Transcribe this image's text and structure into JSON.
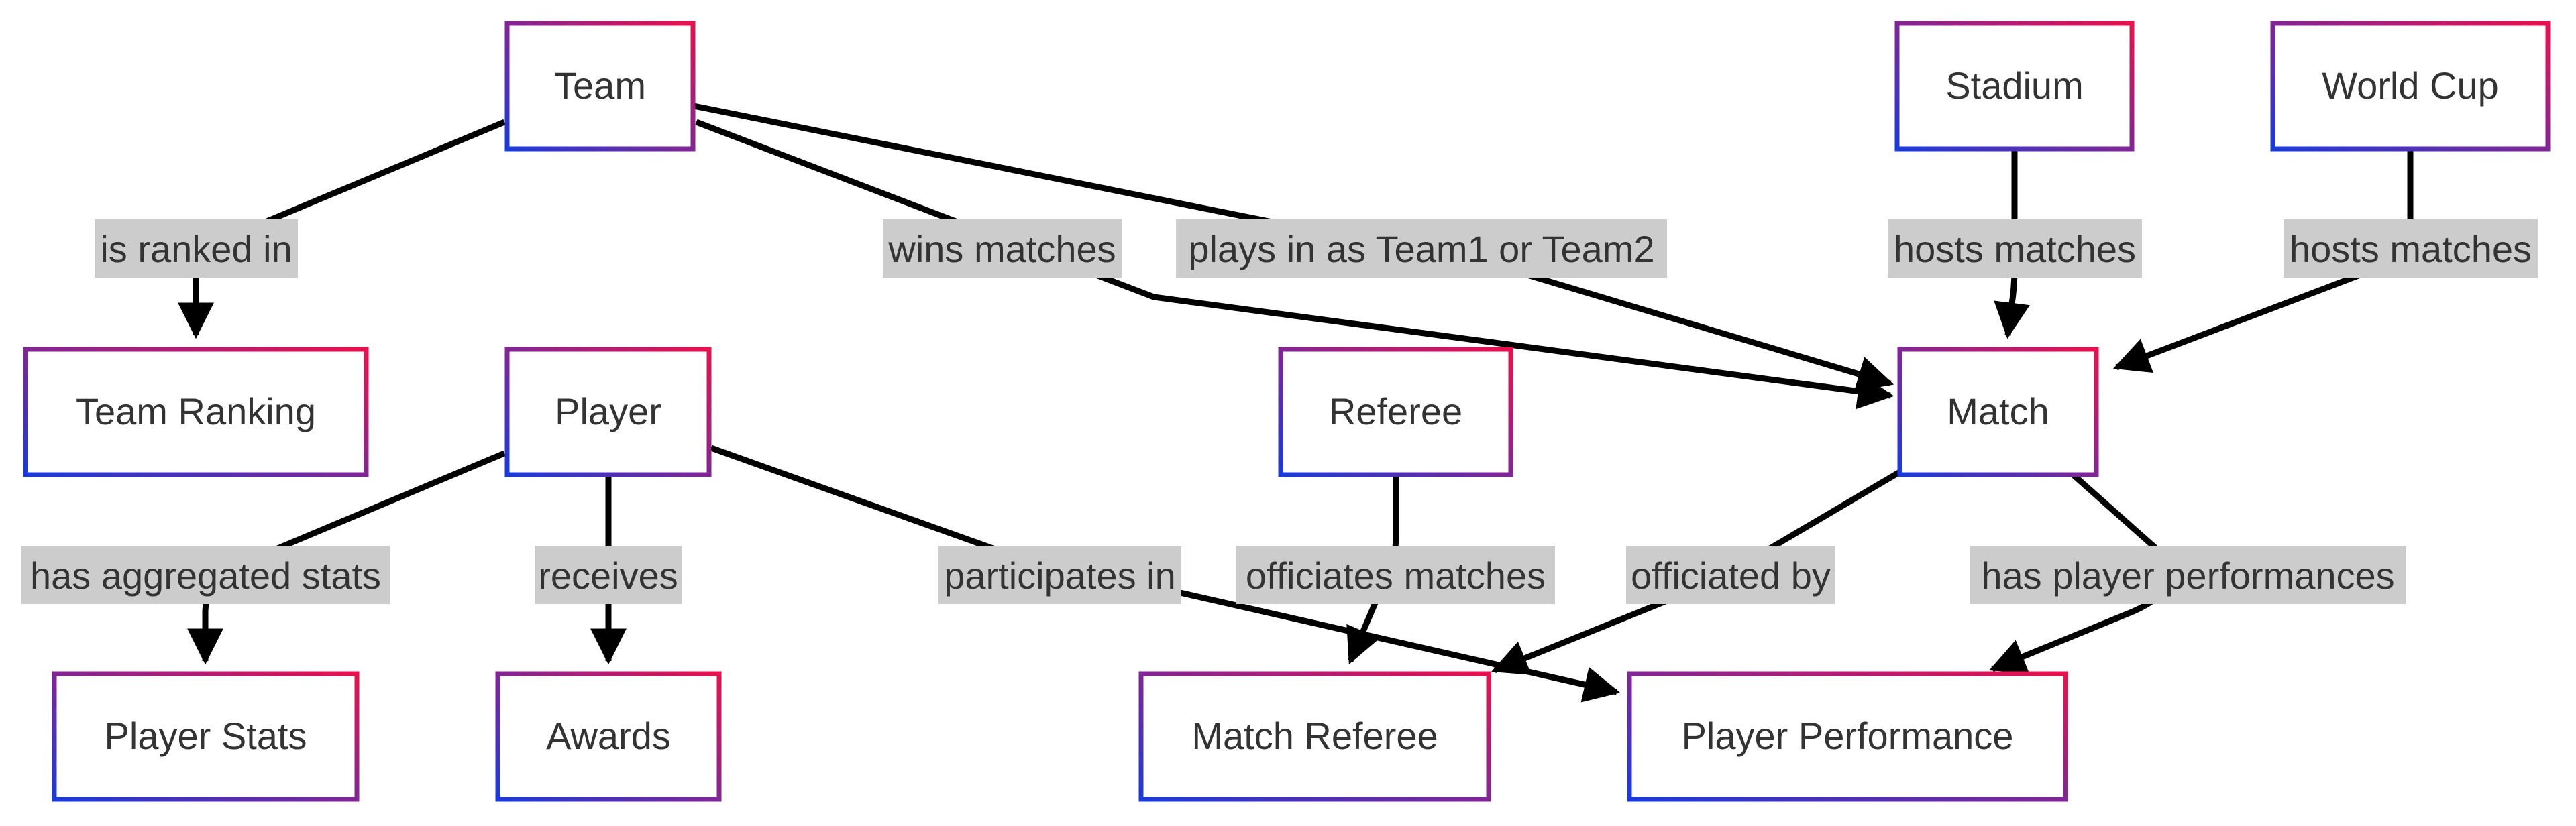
{
  "colors": {
    "node_gradient_start": "#1a3adb",
    "node_gradient_end": "#e8124d",
    "edge": "#000000",
    "label_background": "#cccccc",
    "text": "#333333"
  },
  "nodes": {
    "team": "Team",
    "stadium": "Stadium",
    "world_cup": "World Cup",
    "team_ranking": "Team Ranking",
    "player": "Player",
    "referee": "Referee",
    "match": "Match",
    "player_stats": "Player Stats",
    "awards": "Awards",
    "match_referee": "Match Referee",
    "player_performance": "Player Performance"
  },
  "edges": {
    "team_ranked": "is ranked in",
    "team_wins": "wins matches",
    "team_plays": "plays in as Team1 or Team2",
    "stadium_hosts": "hosts matches",
    "worldcup_hosts": "hosts matches",
    "player_stats": "has aggregated stats",
    "player_awards": "receives",
    "player_participates": "participates in",
    "referee_officiates": "officiates matches",
    "match_officiated": "officiated by",
    "match_performances": "has player performances"
  }
}
